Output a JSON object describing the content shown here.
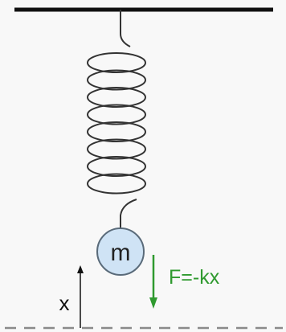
{
  "mass_label": "m",
  "force_label": "F=-kx",
  "x_axis_label": "x",
  "colors": {
    "background": "#f8f8f8",
    "ceiling": "#111111",
    "spring": "#333333",
    "mass_fill": "#cfe3f5",
    "mass_stroke": "#5a6b7a",
    "force": "#2f9a2f",
    "axis": "#111111",
    "equilibrium_line": "#8a8a8a"
  }
}
